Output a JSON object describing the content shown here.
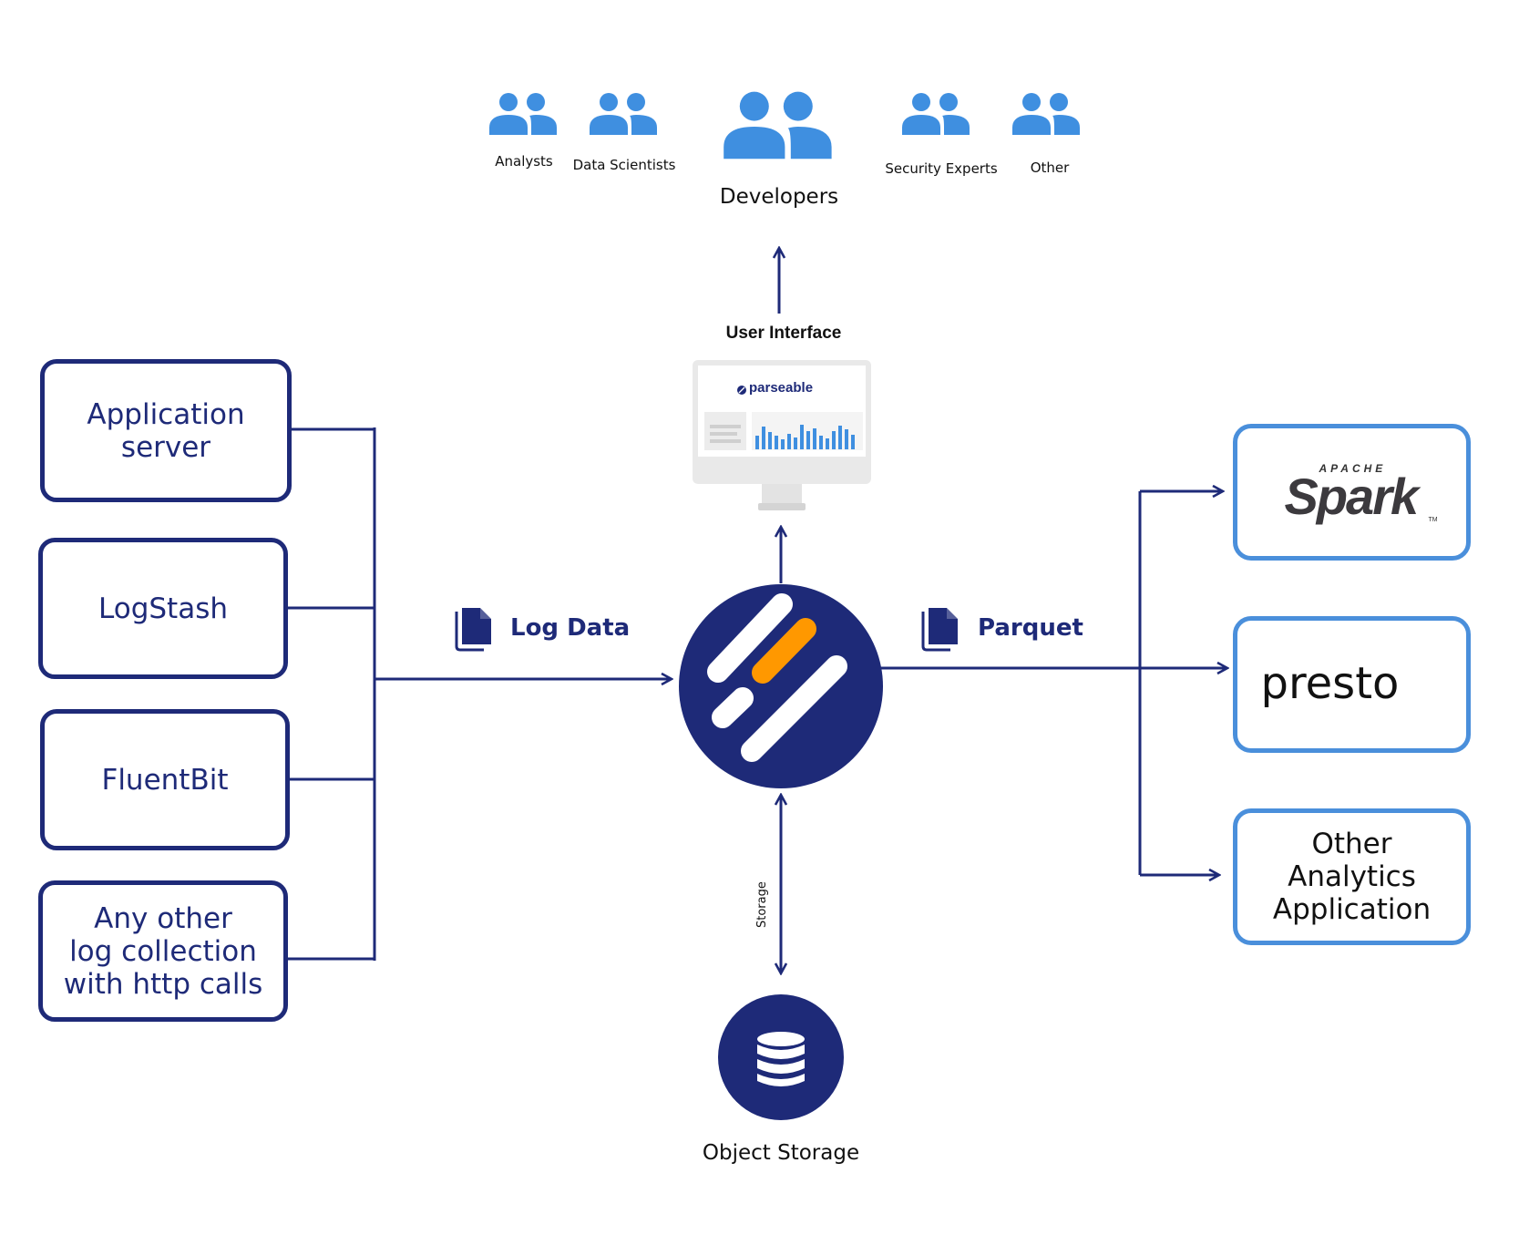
{
  "users": {
    "analysts": "Analysts",
    "data_scientists": "Data Scientists",
    "developers": "Developers",
    "security_experts": "Security Experts",
    "other": "Other"
  },
  "ui": {
    "label": "User Interface",
    "brand": "parseable"
  },
  "sources": [
    {
      "label": "Application\nserver"
    },
    {
      "label": "LogStash"
    },
    {
      "label": "FluentBit"
    },
    {
      "label": "Any other\nlog collection\nwith http calls"
    }
  ],
  "flows": {
    "log_data": "Log Data",
    "parquet": "Parquet",
    "storage": "Storage"
  },
  "storage": {
    "label": "Object Storage"
  },
  "destinations": {
    "spark_top": "APACHE",
    "spark": "Spark",
    "spark_tm": "TM",
    "presto": "presto",
    "other": "Other\nAnalytics\nApplication"
  },
  "colors": {
    "navy": "#1e2a78",
    "blue_icon": "#3f8fe0",
    "orange": "#ff9800",
    "spark_orange": "#e25a1c",
    "dest_border": "#4a8fdb"
  }
}
